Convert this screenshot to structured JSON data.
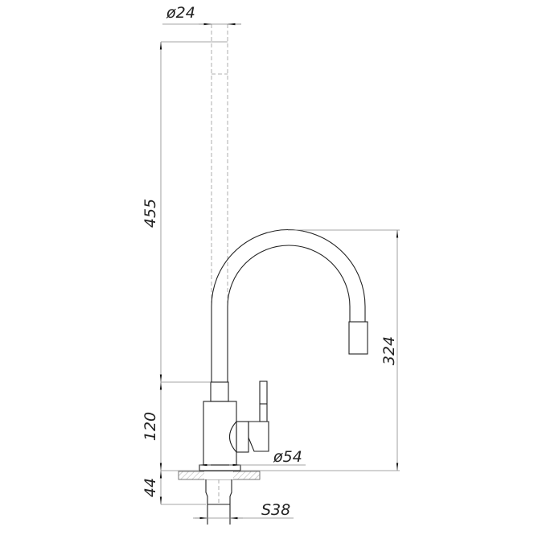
{
  "dimensions": {
    "top_diameter": "ø24",
    "total_height": "455",
    "spout_height": "324",
    "body_height": "120",
    "base_diameter": "ø54",
    "shank_height": "44",
    "thread": "S38"
  }
}
